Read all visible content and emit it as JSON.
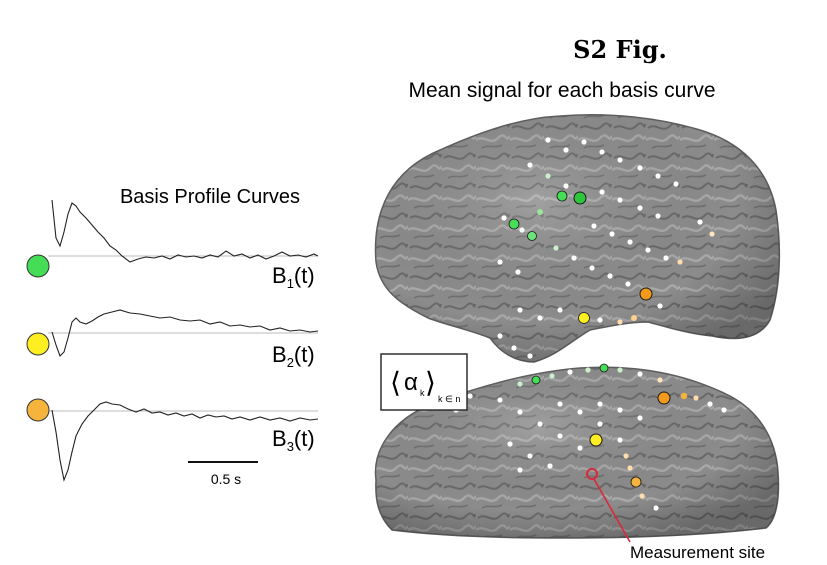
{
  "figure": {
    "title": "S2 Fig.",
    "subtitle": "Mean signal for each basis curve"
  },
  "left_panel": {
    "heading": "Basis Profile Curves",
    "curves": [
      {
        "label_main": "B",
        "label_sub": "1",
        "label_tail": "(t)",
        "color": "#44dd55"
      },
      {
        "label_main": "B",
        "label_sub": "2",
        "label_tail": "(t)",
        "color": "#ffee22"
      },
      {
        "label_main": "B",
        "label_sub": "3",
        "label_tail": "(t)",
        "color": "#f6b43c"
      }
    ],
    "scale_bar_label": "0.5 s"
  },
  "right_panel": {
    "legend_symbol": "α",
    "legend_inner_sub": "k",
    "legend_outer_sub": "k ∈ n",
    "annotation": "Measurement site",
    "brain_color": "#8e8e8e",
    "marker_color": "#d9283c"
  }
}
